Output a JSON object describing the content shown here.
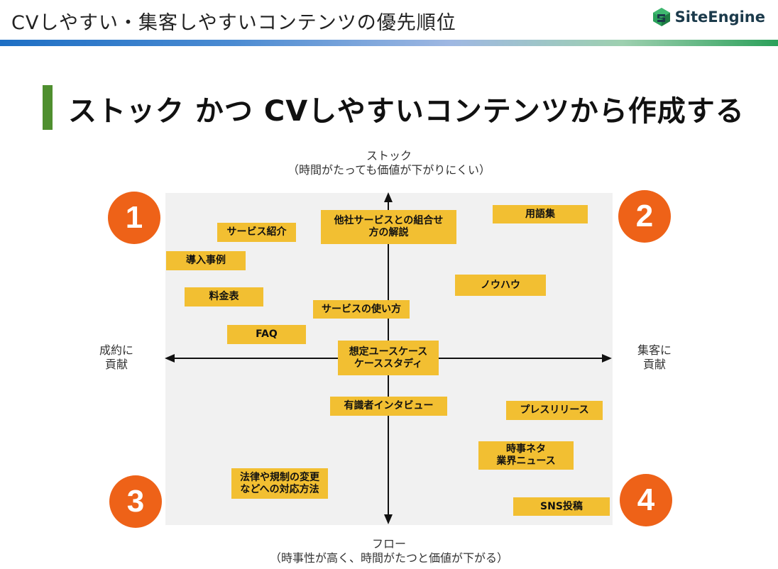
{
  "header": {
    "title": "CVしやすい・集客しやすいコンテンツの優先順位",
    "logo_text": "SiteEngine"
  },
  "heading": "ストック かつ CVしやすいコンテンツから作成する",
  "axes": {
    "top_line1": "ストック",
    "top_line2": "（時間がたっても価値が下がりにくい）",
    "bottom_line1": "フロー",
    "bottom_line2": "（時事性が高く、時間がたつと価値が下がる）",
    "left_line1": "成約に",
    "left_line2": "貢献",
    "right_line1": "集客に",
    "right_line2": "貢献"
  },
  "quadrant_badges": [
    "1",
    "2",
    "3",
    "4"
  ],
  "items": [
    {
      "line1": "他社サービスとの組合せ",
      "line2": "方の解説"
    },
    {
      "line1": "サービス紹介"
    },
    {
      "line1": "用語集"
    },
    {
      "line1": "導入事例"
    },
    {
      "line1": "料金表"
    },
    {
      "line1": "ノウハウ"
    },
    {
      "line1": "サービスの使い方"
    },
    {
      "line1": "FAQ"
    },
    {
      "line1": "想定ユースケース",
      "line2": "ケーススタディ"
    },
    {
      "line1": "有識者インタビュー"
    },
    {
      "line1": "プレスリリース"
    },
    {
      "line1": "時事ネタ",
      "line2": "業界ニュース"
    },
    {
      "line1": "法律や規制の変更",
      "line2": "などへの対応方法"
    },
    {
      "line1": "SNS投稿"
    }
  ],
  "colors": {
    "item_fill": "#f2bf32",
    "badge": "#ee6218",
    "heading_bar": "#4f8f2f",
    "plot_background": "#f1f1f1"
  }
}
